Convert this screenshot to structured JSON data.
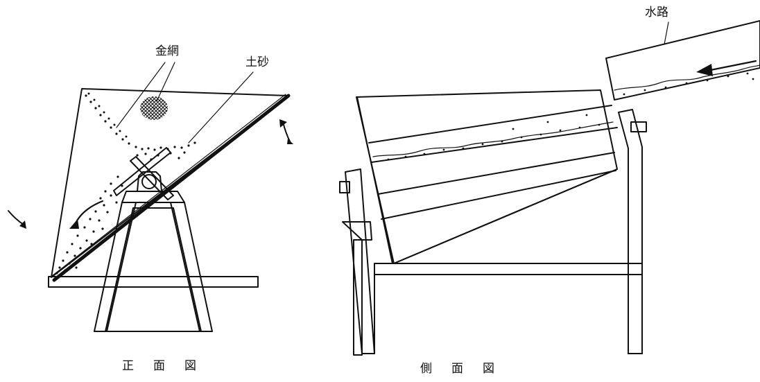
{
  "labels": {
    "wire_mesh": "金網",
    "sediment": "土砂",
    "waterway": "水路"
  },
  "captions": {
    "front_view": "正面図",
    "side_view": "側面図"
  },
  "colors": {
    "ink": "#111111",
    "paper": "#ffffff"
  }
}
